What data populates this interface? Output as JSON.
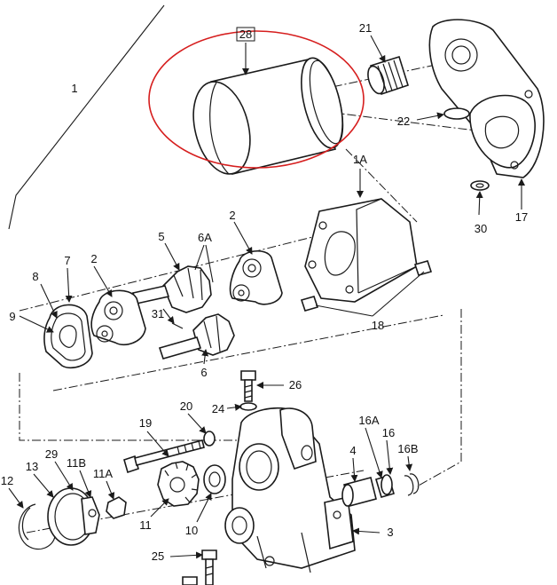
{
  "highlight_color": "#d61e1e",
  "labels": {
    "l1": "1",
    "l28": "28",
    "l21": "21",
    "l22": "22",
    "l1A": "1A",
    "l30": "30",
    "l17": "17",
    "l5": "5",
    "l6A": "6A",
    "l2a": "2",
    "l2b": "2",
    "l7": "7",
    "l8": "8",
    "l9": "9",
    "l31": "31",
    "l6": "6",
    "l18": "18",
    "l26": "26",
    "l19": "19",
    "l20": "20",
    "l24": "24",
    "l16A": "16A",
    "l16": "16",
    "l16B": "16B",
    "l4": "4",
    "l12": "12",
    "l13": "13",
    "l29": "29",
    "l11B": "11B",
    "l11A": "11A",
    "l11": "11",
    "l10": "10",
    "l3": "3",
    "l25": "25"
  }
}
